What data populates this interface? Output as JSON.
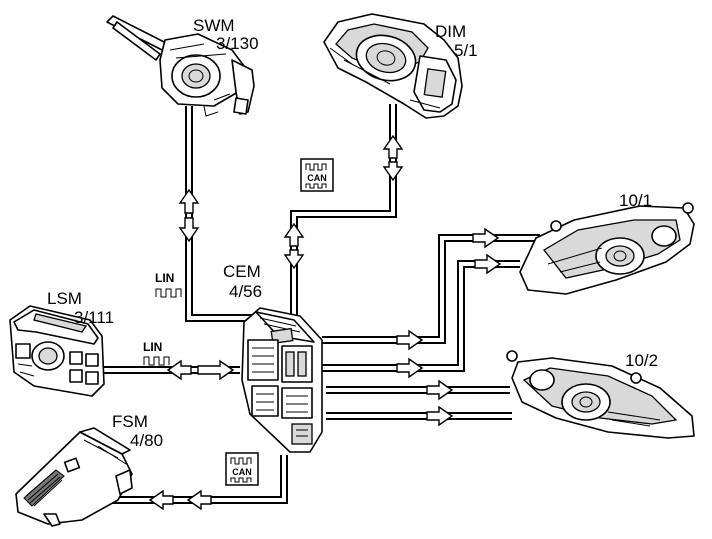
{
  "components": {
    "swm": {
      "name": "SWM",
      "code": "3/130"
    },
    "dim": {
      "name": "DIM",
      "code": "5/1"
    },
    "cem": {
      "name": "CEM",
      "code": "4/56"
    },
    "lsm": {
      "name": "LSM",
      "code": "3/111"
    },
    "fsm": {
      "name": "FSM",
      "code": "4/80"
    },
    "headlamp_left": {
      "code": "10/1"
    },
    "headlamp_right": {
      "code": "10/2"
    }
  },
  "bus_labels": {
    "can": "CAN",
    "lin": "LIN"
  }
}
